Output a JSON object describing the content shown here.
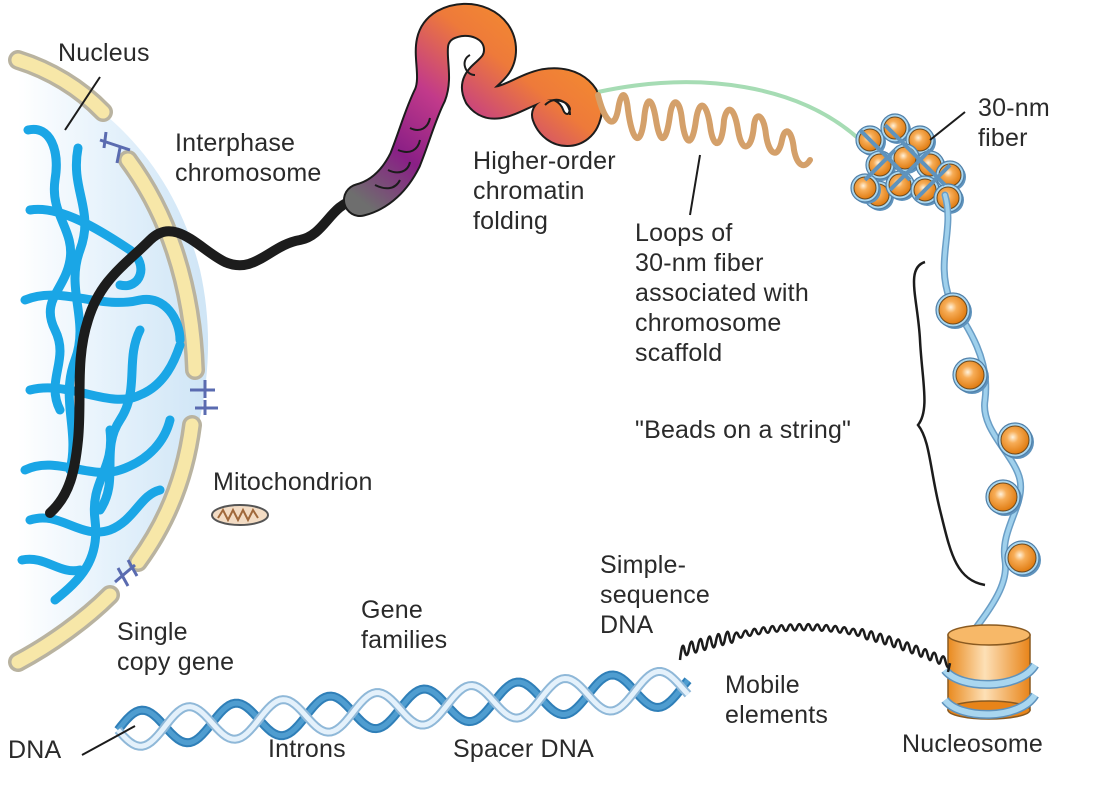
{
  "title": "Chromatin organization from DNA to interphase chromosome",
  "labels": {
    "nucleus": "Nucleus",
    "interphase_chromosome": "Interphase\nchromosome",
    "higher_order": "Higher-order\nchromatin\nfolding",
    "loops": "Loops of\n30-nm fiber\nassociated with\nchromosome\nscaffold",
    "fiber_30nm": "30-nm\nfiber",
    "beads": "\"Beads on a string\"",
    "mitochondrion": "Mitochondrion",
    "single_copy_gene": "Single\ncopy gene",
    "gene_families": "Gene\nfamilies",
    "simple_sequence": "Simple-\nsequence\nDNA",
    "mobile_elements": "Mobile\nelements",
    "dna": "DNA",
    "introns": "Introns",
    "spacer_dna": "Spacer DNA",
    "nucleosome": "Nucleosome"
  },
  "colors": {
    "nucleoplasm": "#dcecf8",
    "envelope": "#f7e7a8",
    "envelope_edge": "#b9b3a0",
    "pore": "#5a6bb0",
    "chromatin": "#1aa6e6",
    "chromosome": "#1c1c1c",
    "fold_orange": "#f08a28",
    "fold_magenta": "#a01a8c",
    "fold_gray": "#6e6e6e",
    "loops": "#d4a06a",
    "scaffold": "#a6dcb4",
    "histone": "#f39a32",
    "dna_wrap": "#9fd0ec",
    "helix_dark": "#2f7fb8",
    "helix_light": "#cfe6f6"
  }
}
